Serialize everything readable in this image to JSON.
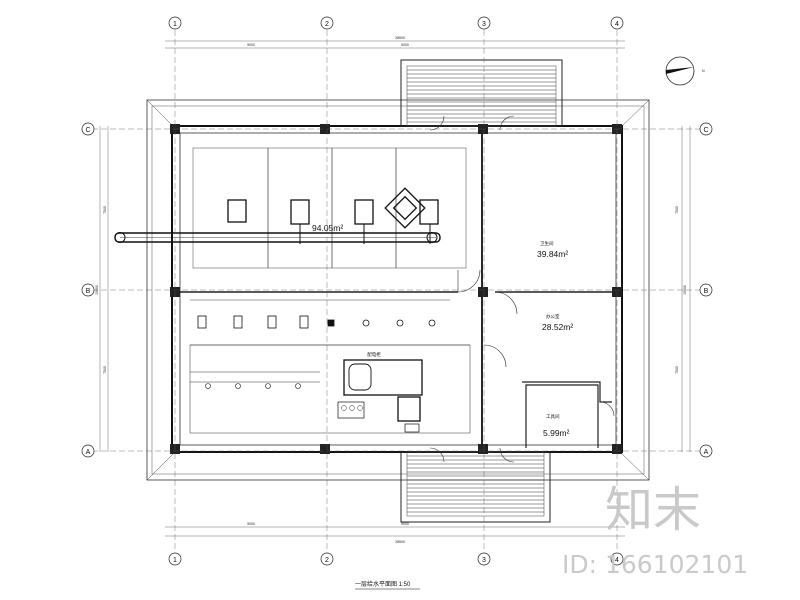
{
  "drawing": {
    "title": "一层给水平面图 1:50",
    "north_symbol": "N",
    "grid_cols": [
      "1",
      "2",
      "3",
      "4"
    ],
    "grid_rows": [
      "C",
      "B",
      "A"
    ],
    "dims_top": {
      "total": "28500",
      "left": "9000",
      "right": "9000"
    },
    "dims_bottom": {
      "total": "28500",
      "left": "9000",
      "right": "9000"
    },
    "dims_side": {
      "upper": "7500",
      "lower": "7500",
      "total": "15000"
    }
  },
  "rooms": {
    "main_area": "94.05m²",
    "room_right_top": "39.84m²",
    "room_right_mid": "28.52m²",
    "room_right_small": "5.99m²",
    "tag_right_top": "卫生间",
    "tag_right_mid": "办公室",
    "tag_tool": "工具间",
    "equipment_label": "配电柜"
  },
  "watermark": {
    "brand": "知末",
    "id_text": "ID: 166102101"
  }
}
